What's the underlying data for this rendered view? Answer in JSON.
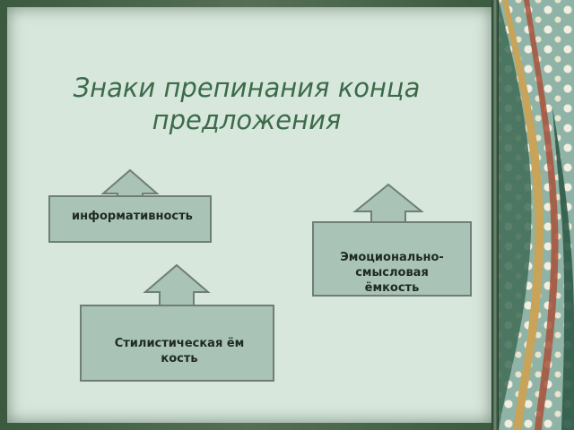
{
  "slide": {
    "title_line1": "Знаки препинания конца",
    "title_line2": "предложения"
  },
  "boxes": {
    "informativity": "информативность",
    "emotional_line1": "Эмоционально-",
    "emotional_line2": "смысловая",
    "emotional_line3": "ёмкость",
    "stylistic": "Стилистическая ёмкость"
  },
  "colors": {
    "background": "#d8e7dc",
    "box_fill": "#a9c3b6",
    "title_text": "#3b6b4a"
  }
}
